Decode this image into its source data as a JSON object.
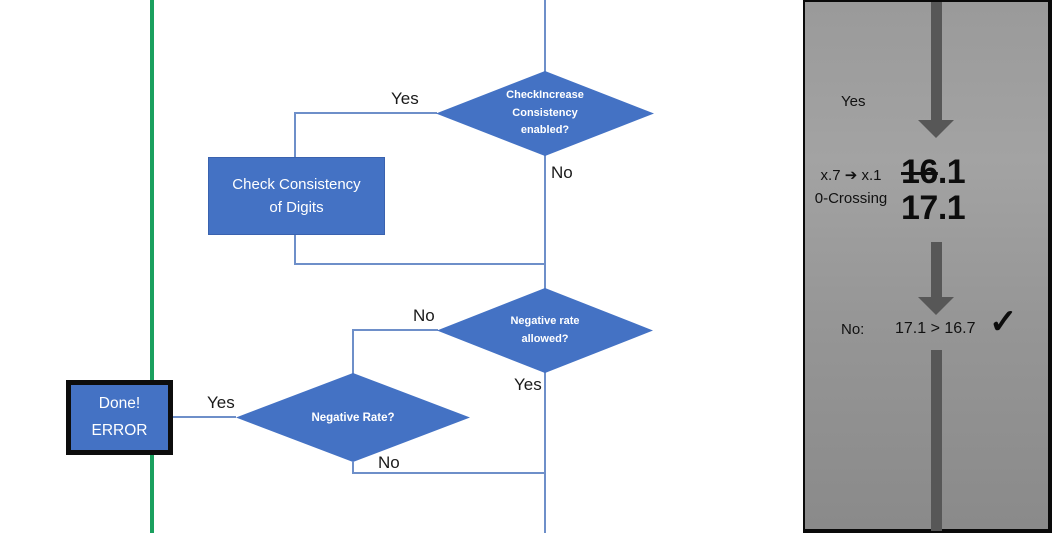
{
  "diagram": {
    "nodes": {
      "check_increase_decision": "CheckIncrease\nConsistency\nenabled?",
      "check_consistency_process": "Check Consistency\nof Digits",
      "negative_rate_allowed_decision": "Negative rate\nallowed?",
      "negative_rate_decision": "Negative Rate?",
      "done_error_terminal": "Done!\nERROR"
    },
    "edge_labels": {
      "check_increase_yes": "Yes",
      "check_increase_no": "No",
      "negative_allowed_no": "No",
      "negative_allowed_yes": "Yes",
      "negative_rate_yes": "Yes",
      "negative_rate_no": "No"
    }
  },
  "side_panel": {
    "yes_label": "Yes",
    "case_label_line1": "x.7 ➔ x.1",
    "case_label_line2": "0-Crossing",
    "old_value_struck": "16",
    "old_value_suffix": ".1",
    "new_value": "17.1",
    "result_label": "No:",
    "result_comparison": "17.1 > 16.7",
    "check_icon": "✓"
  },
  "colors": {
    "shape_fill": "#4472C4",
    "shape_border": "#3A62AE",
    "connector_line": "#6E8FC9",
    "green_line": "#1AA05E",
    "panel_arrow": "#575757",
    "panel_background": "#979797",
    "done_box_border": "#0d0d0d"
  }
}
